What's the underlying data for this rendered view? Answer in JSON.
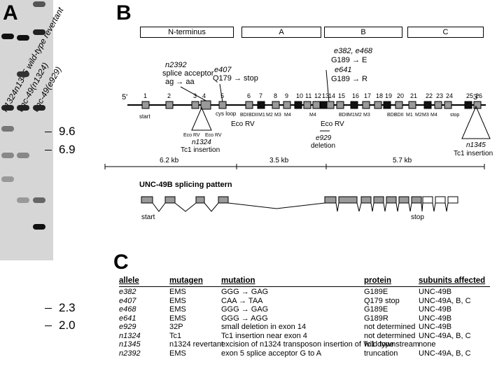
{
  "panels": {
    "a": "A",
    "b": "B",
    "c": "C"
  },
  "gel": {
    "lanes": [
      "n1324n1345 wild-type revertant",
      "unc-49(n1324)",
      "unc-49(e929)"
    ],
    "size_markers": [
      "9.6",
      "6.9",
      "2.3",
      "2.0"
    ]
  },
  "domains": [
    "N-terminus",
    "A",
    "B",
    "C"
  ],
  "mutations": {
    "n2392": "n2392",
    "n2392_desc": "splice acceptor",
    "n2392_change": "ag → aa",
    "e407": "e407",
    "e407_change": "Q179 → stop",
    "e382_e468": "e382, e468",
    "e382_change": "G189 → E",
    "e641": "e641",
    "e641_change": "G189 → R"
  },
  "gene": {
    "five_prime": "5'",
    "three_prime": "3'",
    "exons": [
      "1",
      "2",
      "3",
      "4",
      "5",
      "6",
      "7",
      "8",
      "9",
      "10",
      "11",
      "12",
      "13",
      "14",
      "15",
      "16",
      "17",
      "18",
      "19",
      "20",
      "21",
      "22",
      "23",
      "24",
      "25",
      "26"
    ],
    "start": "start",
    "cys_loop": "cys loop",
    "eco_rv": "Eco RV",
    "eco_rv_small": "Eco RV",
    "n1324": "n1324",
    "tc1_insertion": "Tc1 insertion",
    "e929": "e929",
    "deletion": "deletion",
    "n1345": "n1345",
    "segments": [
      "BDI",
      "BDII",
      "M1",
      "M2",
      "M3",
      "M4",
      "BDII",
      "M1",
      "M2",
      "M3",
      "M4",
      "BDI",
      "BDII",
      "M1",
      "M2",
      "M3",
      "M4",
      "stop"
    ]
  },
  "scale": [
    "6.2 kb",
    "3.5 kb",
    "5.7 kb"
  ],
  "splicing": {
    "title": "UNC-49B splicing pattern",
    "start": "start",
    "stop": "stop"
  },
  "table": {
    "headers": [
      "allele",
      "mutagen",
      "mutation",
      "protein",
      "subunits affected"
    ],
    "rows": [
      [
        "e382",
        "EMS",
        "GGG → GAG",
        "G189E",
        "UNC-49B"
      ],
      [
        "e407",
        "EMS",
        "CAA → TAA",
        "Q179 stop",
        "UNC-49A, B, C"
      ],
      [
        "e468",
        "EMS",
        "GGG → GAG",
        "G189E",
        "UNC-49B"
      ],
      [
        "e641",
        "EMS",
        "GGG → AGG",
        "G189R",
        "UNC-49B"
      ],
      [
        "e929",
        "32P",
        "small deletion in exon 14",
        "not determined",
        "UNC-49B"
      ],
      [
        "n1324",
        "Tc1",
        "Tc1 insertion near exon 4",
        "not determined",
        "UNC-49A, B, C"
      ],
      [
        "n1345",
        "n1324 revertant",
        "excision of n1324 transposon insertion of Tc1 downstream",
        "wild type",
        "none"
      ],
      [
        "n2392",
        "EMS",
        "exon 5 splice acceptor G to A",
        "truncation",
        "UNC-49A, B, C"
      ]
    ]
  }
}
